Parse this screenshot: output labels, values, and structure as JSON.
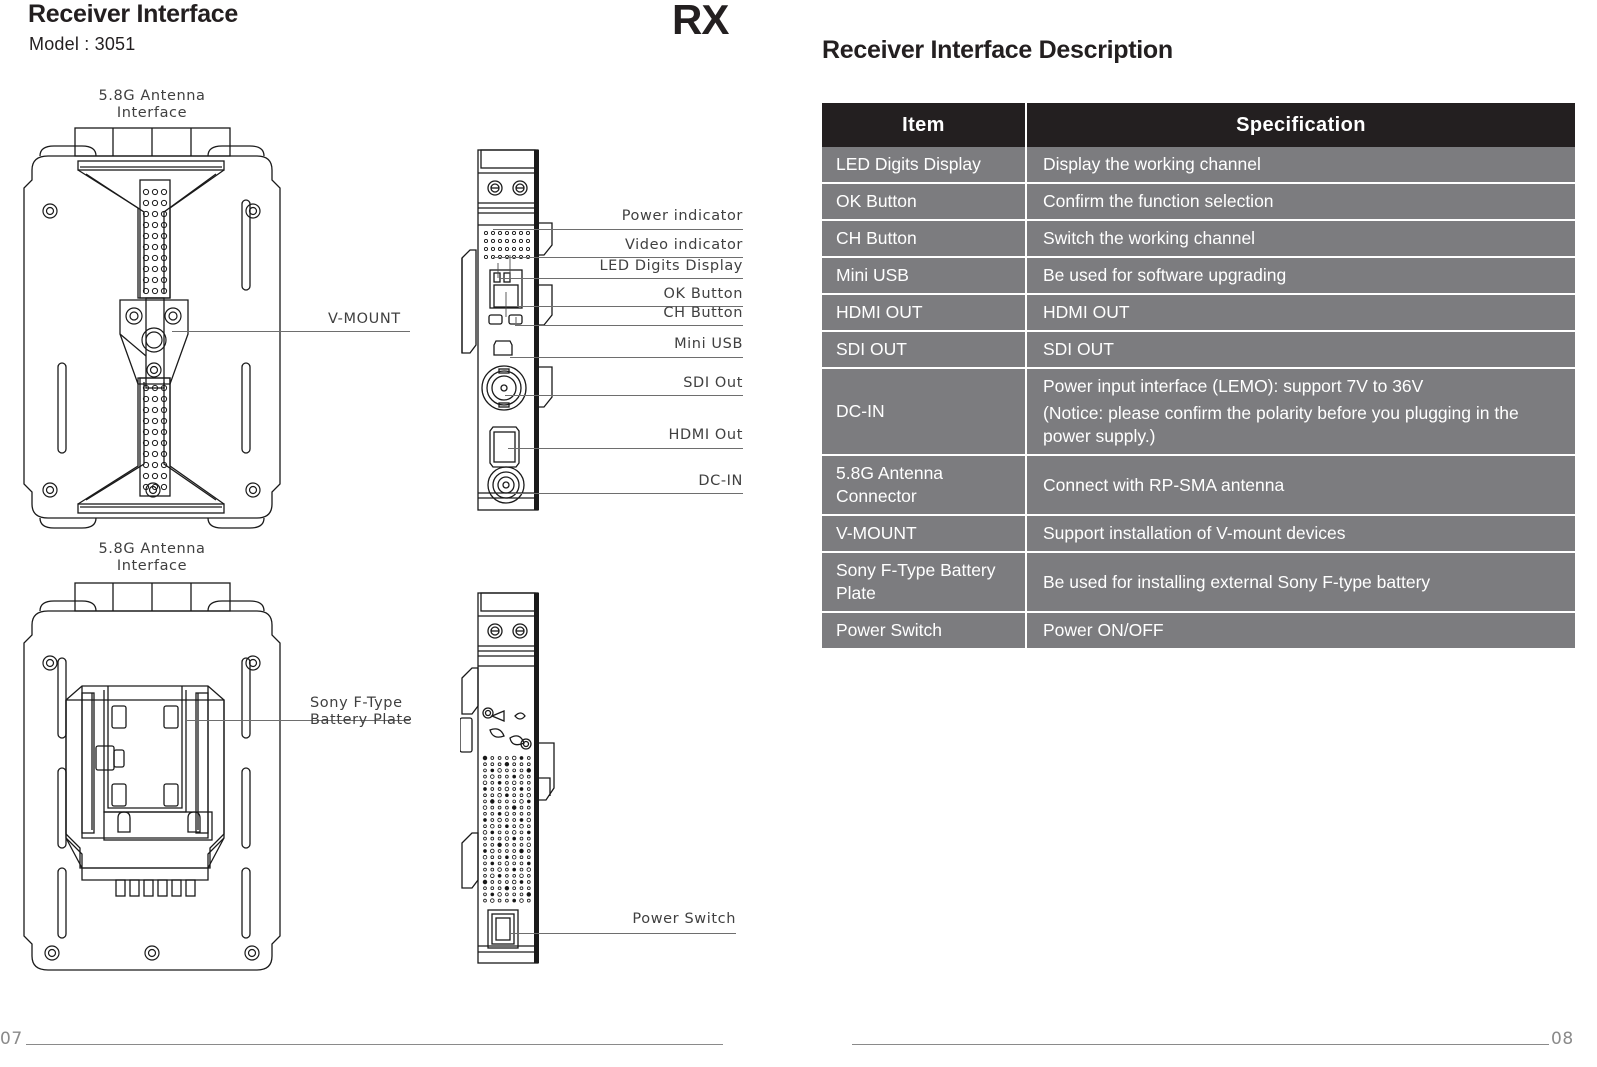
{
  "left_page": {
    "title": "Receiver Interface",
    "model": "Model : 3051",
    "badge": "RX",
    "folio": "07",
    "front_view_top": {
      "antenna_label_line1": "5.8G Antenna",
      "antenna_label_line2": "Interface",
      "vmount_label": "V-MOUNT"
    },
    "front_view_bottom": {
      "antenna_label_line1": "5.8G Antenna",
      "antenna_label_line2": "Interface",
      "battery_label_line1": "Sony F-Type",
      "battery_label_line2": "Battery Plate"
    },
    "side_view_top_callouts": [
      "Power indicator",
      "Video indicator",
      "LED Digits Display",
      "OK Button",
      "CH Button",
      "Mini USB",
      "SDI Out",
      "HDMI Out",
      "DC-IN"
    ],
    "side_view_bottom_callouts": [
      "Power Switch"
    ]
  },
  "right_page": {
    "title": "Receiver Interface Description",
    "folio": "08",
    "table": {
      "headers": [
        "Item",
        "Specification"
      ],
      "rows": [
        {
          "item": "LED Digits Display",
          "spec": [
            "Display the working channel"
          ]
        },
        {
          "item": "OK Button",
          "spec": [
            "Confirm the function selection"
          ]
        },
        {
          "item": "CH Button",
          "spec": [
            "Switch the working channel"
          ]
        },
        {
          "item": "Mini USB",
          "spec": [
            "Be used for software upgrading"
          ]
        },
        {
          "item": "HDMI OUT",
          "spec": [
            "HDMI OUT"
          ]
        },
        {
          "item": "SDI OUT",
          "spec": [
            "SDI OUT"
          ]
        },
        {
          "item": "DC-IN",
          "spec": [
            "Power input interface (LEMO): support 7V to 36V",
            "(Notice: please confirm the polarity before you plugging in the power supply.)"
          ]
        },
        {
          "item": "5.8G Antenna Connector",
          "spec": [
            "Connect with RP-SMA antenna"
          ]
        },
        {
          "item": "V-MOUNT",
          "spec": [
            "Support installation of V-mount devices"
          ]
        },
        {
          "item": "Sony F-Type Battery Plate",
          "spec": [
            "Be used for installing external Sony F-type battery"
          ]
        },
        {
          "item": "Power Switch",
          "spec": [
            "Power ON/OFF"
          ]
        }
      ]
    }
  },
  "colors": {
    "header_bg": "#231f20",
    "row_bg": "#7c7c7f",
    "row_text": "#ffffff",
    "label_text": "#404040",
    "folio_text": "#8a8a8a"
  }
}
